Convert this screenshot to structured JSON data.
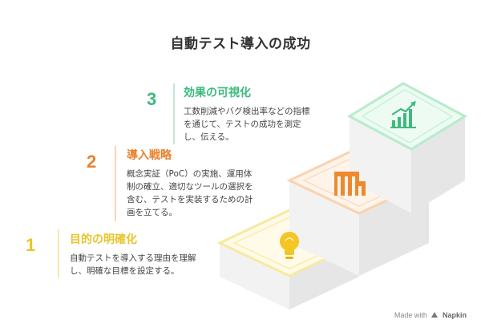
{
  "title": "自動テスト導入の成功",
  "steps": [
    {
      "number": "3",
      "heading": "効果の可視化",
      "color": "#3dba7e",
      "lines": [
        "工数削減やバグ検出率などの指標",
        "を通じて、テストの成功を測定",
        "し、伝える。"
      ],
      "icon": "chart-growth-icon"
    },
    {
      "number": "2",
      "heading": "導入戦略",
      "color": "#e8822f",
      "lines": [
        "概念実証（PoC）の実施、運用体",
        "制の確立、適切なツールの選択を",
        "含む、テストを実装するための計",
        "画を立てる。"
      ],
      "icon": "strategy-blocks-icon"
    },
    {
      "number": "1",
      "heading": "目的の明確化",
      "color": "#e8c52b",
      "lines": [
        "自動テストを導入する理由を理解",
        "し、明確な目標を設定する。"
      ],
      "icon": "lightbulb-icon"
    }
  ],
  "footer": {
    "prefix": "Made with",
    "brand": "Napkin"
  }
}
